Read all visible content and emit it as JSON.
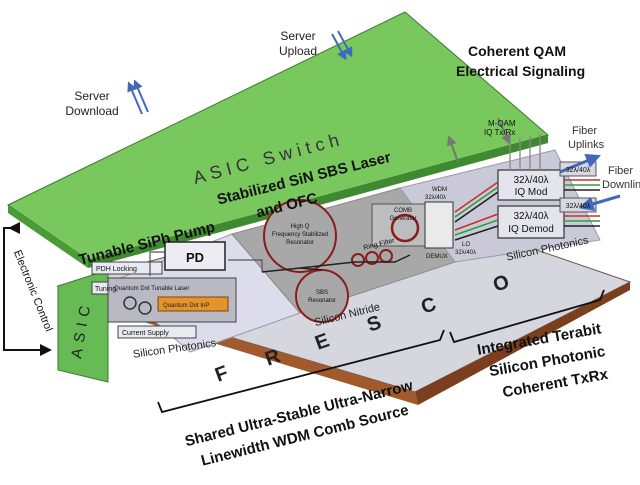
{
  "diagram": {
    "top_labels": {
      "server_upload": [
        "Server",
        "Upload"
      ],
      "server_download": [
        "Server",
        "Download"
      ],
      "coherent_qam": [
        "Coherent QAM",
        "Electrical Signaling"
      ]
    },
    "asic_switch": "ASIC Switch",
    "sbs_laser": [
      "Stabilized SiN SBS Laser",
      "and OFC"
    ],
    "tunable_pump": "Tunable SiPh Pump",
    "electronic_control": "Electronic Control",
    "asic_side": "ASIC",
    "fresco": [
      "F",
      "R",
      "E",
      "S",
      "C",
      "O"
    ],
    "fiber_uplinks": [
      "Fiber",
      "Uplinks"
    ],
    "fiber_downlinks": [
      "Fiber",
      "Downlinks"
    ],
    "left_chip": {
      "pdh_locking": "PDH Locking",
      "pd": "PD",
      "tuning": "Tuning",
      "qd_laser": "Quantum Dot Tunable Laser",
      "qd_inp": "Quantum Dot InP",
      "current_supply": "Current Supply",
      "region": "Silicon Photonics"
    },
    "middle_chip": {
      "highq": [
        "High Q",
        "Frequency Stabilized",
        "Resonator"
      ],
      "sbs": [
        "SBS",
        "Resonator"
      ],
      "ring_filter": "Ring Filter",
      "comb": [
        "COMB",
        "Generator"
      ],
      "region": "Silicon Nitride"
    },
    "right_chip": {
      "mqam": [
        "M-QAM",
        "IQ Tx/Rx"
      ],
      "wdm": [
        "WDM",
        "32λ/40λ"
      ],
      "demux": "DEMUX",
      "lo": [
        "LO",
        "32λ/40λ"
      ],
      "iq_mod": [
        "32λ/40λ",
        "IQ Mod"
      ],
      "iq_demod": [
        "32λ/40λ",
        "IQ Demod"
      ],
      "lambda_top": "32λ/40λ",
      "lambda_bottom": "32λ/40λ",
      "region": "Silicon Photonics"
    },
    "bottom_labels": {
      "shared_comb": [
        "Shared Ultra-Stable Ultra-Narrow",
        "Linewidth WDM Comb Source"
      ],
      "integrated_terabit": [
        "Integrated Terabit",
        "Silicon Photonic",
        "Coherent TxRx"
      ]
    }
  }
}
